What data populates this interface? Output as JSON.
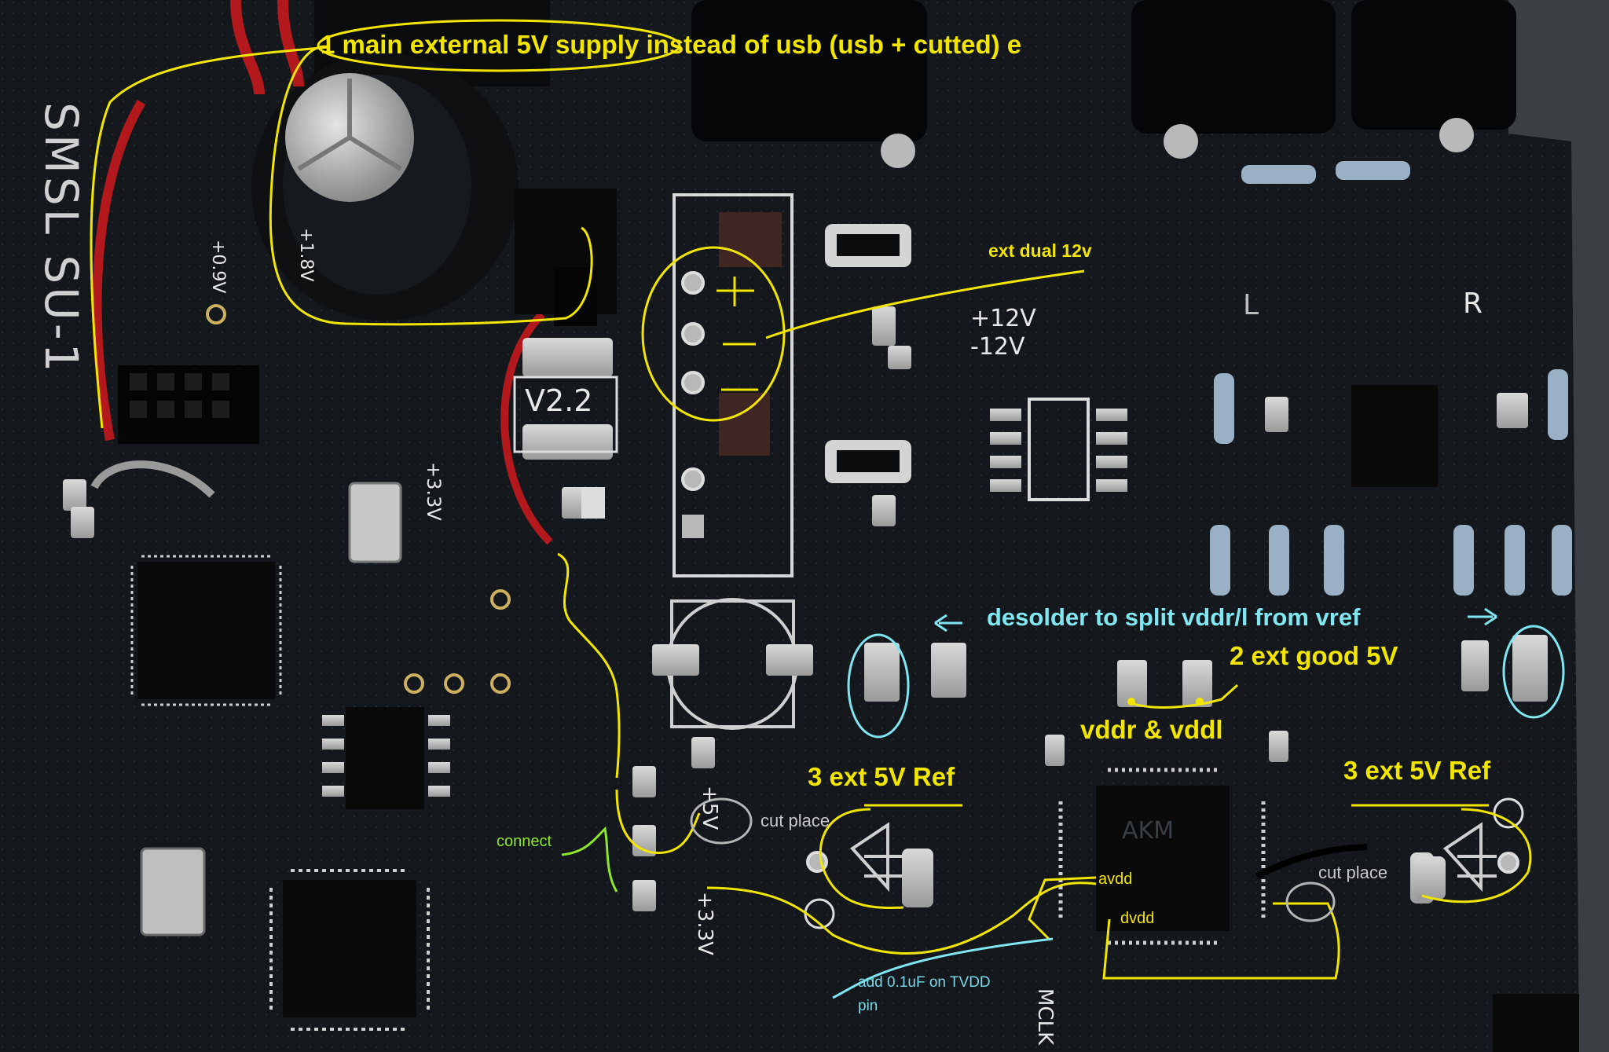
{
  "annotations": {
    "main_supply": "1 main external 5V supply instead of usb (usb + cutted) e",
    "ext_dual": "ext dual 12v",
    "desolder": "desolder to split vddr/l from vref",
    "ext_good": "2 ext good 5V",
    "vddr_vddl": "vddr & vddl",
    "ref_left": "3 ext 5V Ref",
    "ref_right": "3 ext 5V Ref",
    "cut_left": "cut place",
    "cut_right": "cut place",
    "connect": "connect",
    "avdd": "avdd",
    "dvdd": "dvdd",
    "add_cap_line1": "add 0.1uF on TVDD",
    "add_cap_line2": "pin"
  },
  "silkscreen": {
    "brand": "SMSL SU-1",
    "version": "V2.2",
    "plus12": "+12V",
    "minus12": "-12V",
    "left": "L",
    "right": "R",
    "v09": "+0.9V",
    "v18": "+1.8V",
    "v33_top": "+3.3V",
    "v33_bottom": "+3.3V",
    "v5": "+5V",
    "mclk": "MCLK",
    "chip_brand": "AKM"
  },
  "colors": {
    "board": "#14181c",
    "annotation_yellow": "#f2e600",
    "annotation_cyan": "#7fe6f2",
    "annotation_green": "#8ee82a",
    "wire_red": "#b3191c"
  }
}
